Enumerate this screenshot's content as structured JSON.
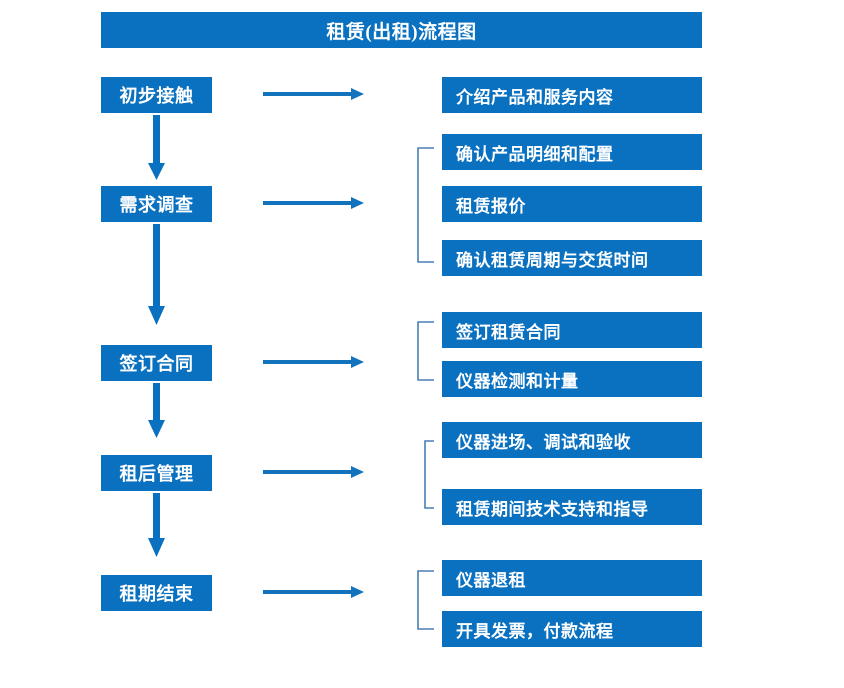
{
  "diagram": {
    "title": "租赁(出租)流程图",
    "accent_color": "#0a71c0",
    "bracket_color": "#4a7fb5",
    "background_color": "#ffffff",
    "text_color": "#ffffff"
  },
  "stages": [
    {
      "label": "初步接触"
    },
    {
      "label": "需求调查"
    },
    {
      "label": "签订合同"
    },
    {
      "label": "租后管理"
    },
    {
      "label": "租期结束"
    }
  ],
  "details": [
    {
      "label": "介绍产品和服务内容"
    },
    {
      "label": "确认产品明细和配置"
    },
    {
      "label": "租赁报价"
    },
    {
      "label": "确认租赁周期与交货时间"
    },
    {
      "label": "签订租赁合同"
    },
    {
      "label": "仪器检测和计量"
    },
    {
      "label": "仪器进场、调试和验收"
    },
    {
      "label": "租赁期间技术支持和指导"
    },
    {
      "label": "仪器退租"
    },
    {
      "label": "开具发票，付款流程"
    }
  ],
  "connectors": {
    "vertical_arrow_count": 4,
    "horizontal_arrow_count": 5,
    "bracket_count": 4
  }
}
